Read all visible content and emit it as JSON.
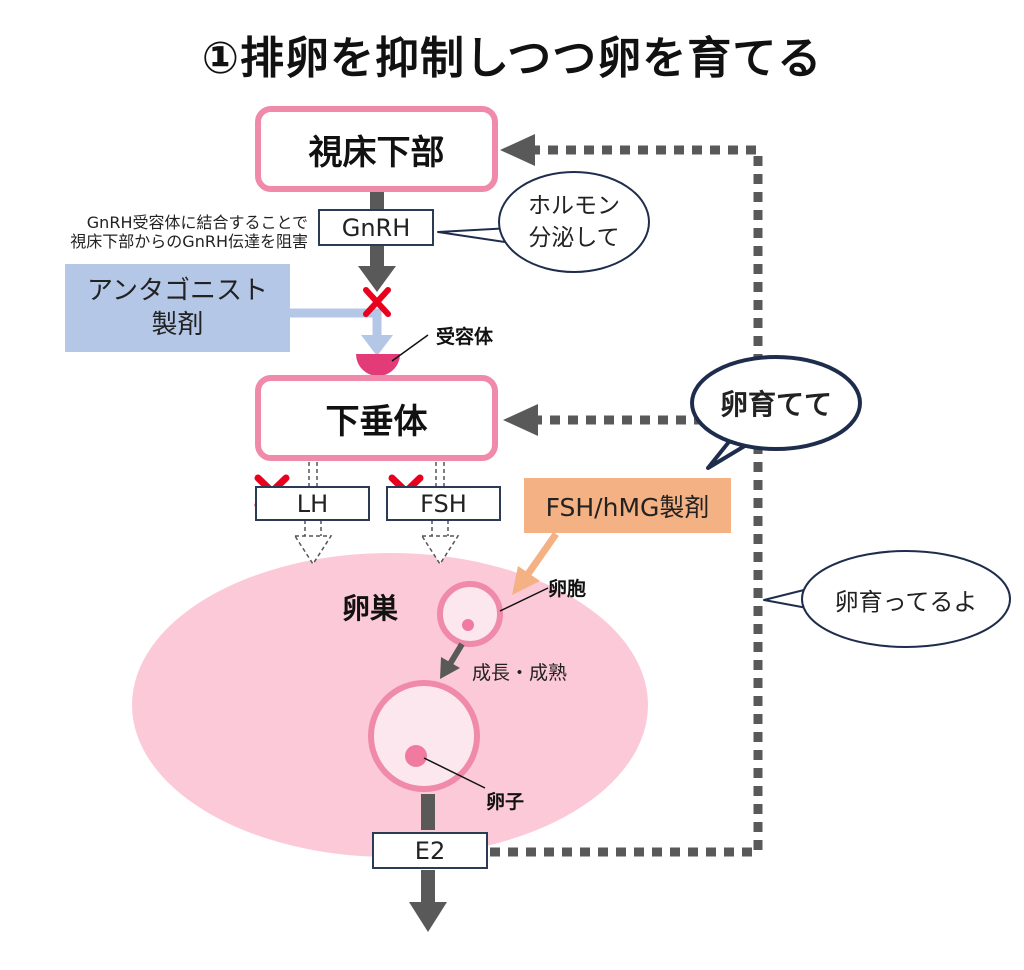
{
  "title": "①排卵を抑制しつつ卵を育てる",
  "nodes": {
    "hypothalamus": "視床下部",
    "pituitary": "下垂体",
    "ovary": "卵巣"
  },
  "hormones": {
    "gnrh": "GnRH",
    "lh": "LH",
    "fsh": "FSH",
    "e2": "E2"
  },
  "labels": {
    "receptor": "受容体",
    "follicle": "卵胞",
    "egg": "卵子",
    "growth": "成長・成熟"
  },
  "note_lines": [
    "GnRH受容体に結合することで",
    "視床下部からのGnRH伝達を阻害"
  ],
  "drugs": {
    "antagonist_lines": [
      "アンタゴニスト",
      "製剤"
    ],
    "fsh_hmg": "FSH/hMG製剤"
  },
  "bubbles": {
    "hormone_lines": [
      "ホルモン",
      "分泌して"
    ],
    "raise": "卵育てて",
    "raising": "卵育ってるよ"
  },
  "colors": {
    "pink_border": "#f08aaa",
    "ovary_fill": "#fcc9d9",
    "receptor": "#e33a78",
    "antagonist": "#b4c7e7",
    "fsh_drug": "#f4b183",
    "arrow_dark": "#595959",
    "blocked_x": "#e8001c",
    "bubble_border": "#1f2d4d"
  }
}
